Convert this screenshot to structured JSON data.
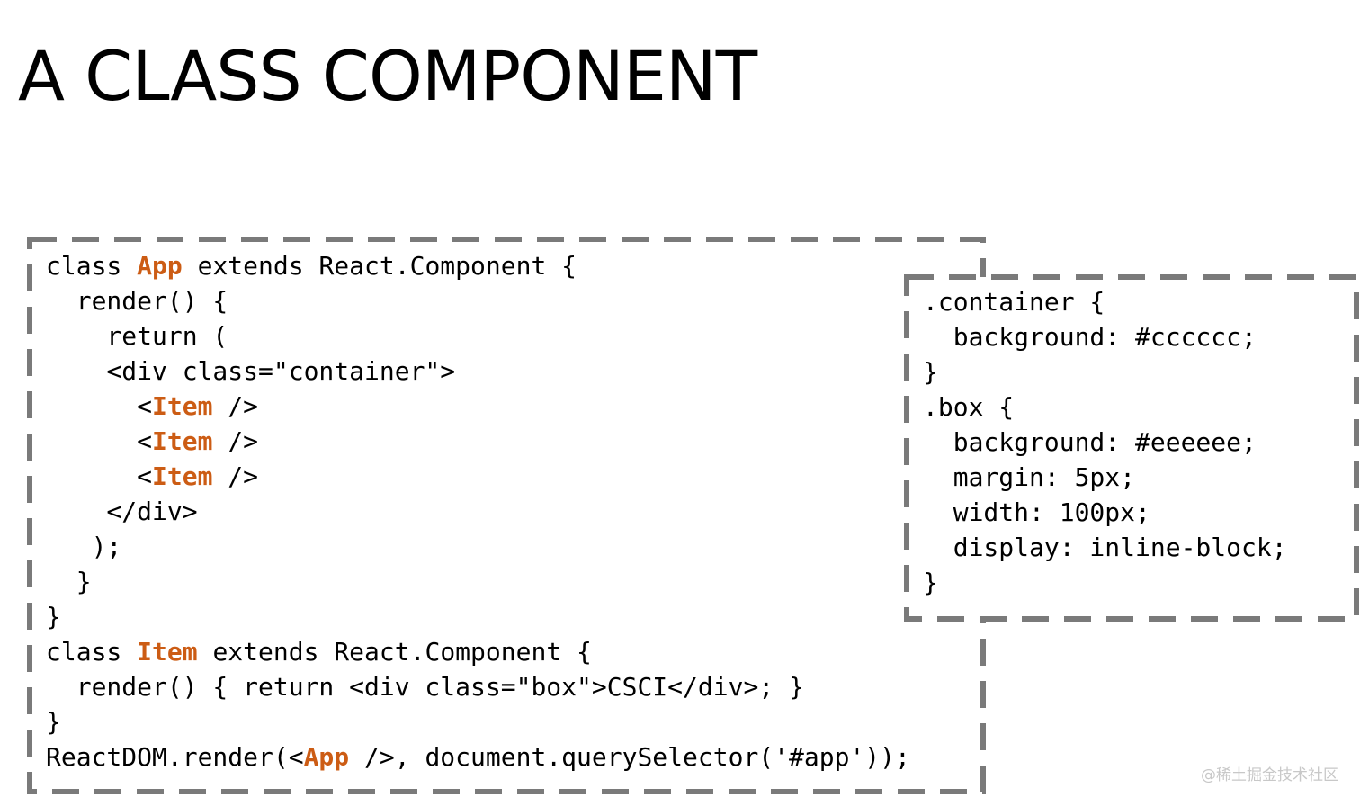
{
  "slide": {
    "title": "A CLASS COMPONENT"
  },
  "colors": {
    "highlight": "#cc5c14",
    "border": "#7a7a7a",
    "text": "#000000"
  },
  "js_code": [
    [
      {
        "t": "class "
      },
      {
        "t": "App",
        "hl": true
      },
      {
        "t": " extends React.Component {"
      }
    ],
    [
      {
        "t": "  render() {"
      }
    ],
    [
      {
        "t": "    return ("
      }
    ],
    [
      {
        "t": "    <div class=\"container\">"
      }
    ],
    [
      {
        "t": "      <"
      },
      {
        "t": "Item",
        "hl": true
      },
      {
        "t": " />"
      }
    ],
    [
      {
        "t": "      <"
      },
      {
        "t": "Item",
        "hl": true
      },
      {
        "t": " />"
      }
    ],
    [
      {
        "t": "      <"
      },
      {
        "t": "Item",
        "hl": true
      },
      {
        "t": " />"
      }
    ],
    [
      {
        "t": "    </div>"
      }
    ],
    [
      {
        "t": "   );"
      }
    ],
    [
      {
        "t": "  }"
      }
    ],
    [
      {
        "t": "}"
      }
    ],
    [
      {
        "t": "class "
      },
      {
        "t": "Item",
        "hl": true
      },
      {
        "t": " extends React.Component {"
      }
    ],
    [
      {
        "t": "  render() { return <div class=\"box\">CSCI</div>; }"
      }
    ],
    [
      {
        "t": "}"
      }
    ],
    [
      {
        "t": "ReactDOM.render(<"
      },
      {
        "t": "App",
        "hl": true
      },
      {
        "t": " />, document.querySelector('#app'));"
      }
    ]
  ],
  "css_code": [
    [
      {
        "t": ".container {"
      }
    ],
    [
      {
        "t": "  background: #cccccc;"
      }
    ],
    [
      {
        "t": "}"
      }
    ],
    [
      {
        "t": ".box {"
      }
    ],
    [
      {
        "t": "  background: #eeeeee;"
      }
    ],
    [
      {
        "t": "  margin: 5px;"
      }
    ],
    [
      {
        "t": "  width: 100px;"
      }
    ],
    [
      {
        "t": "  display: inline-block;"
      }
    ],
    [
      {
        "t": "}"
      }
    ]
  ],
  "watermark": "@稀土掘金技术社区"
}
